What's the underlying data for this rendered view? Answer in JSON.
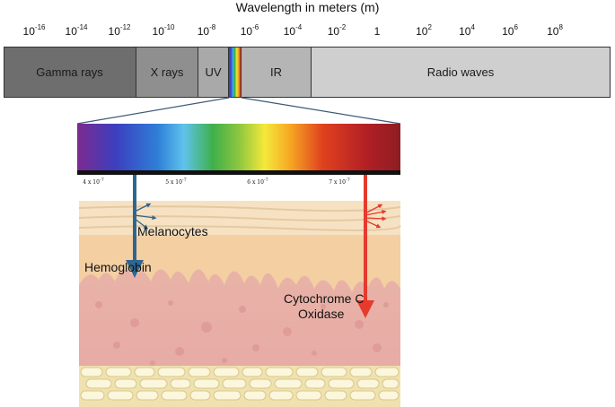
{
  "scale": {
    "title": "Wavelength in meters (m)",
    "ticks": [
      {
        "base": "10",
        "exp": "-16"
      },
      {
        "base": "10",
        "exp": "-14"
      },
      {
        "base": "10",
        "exp": "-12"
      },
      {
        "base": "10",
        "exp": "-10"
      },
      {
        "base": "10",
        "exp": "-8"
      },
      {
        "base": "10",
        "exp": "-6"
      },
      {
        "base": "10",
        "exp": "-4"
      },
      {
        "base": "10",
        "exp": "-2"
      },
      {
        "base": "1",
        "exp": ""
      },
      {
        "base": "10",
        "exp": "2"
      },
      {
        "base": "10",
        "exp": "4"
      },
      {
        "base": "10",
        "exp": "6"
      },
      {
        "base": "10",
        "exp": "8"
      }
    ]
  },
  "bands": [
    {
      "label": "Gamma rays",
      "color": "#6e6e6e"
    },
    {
      "label": "X rays",
      "color": "#8f8f8f"
    },
    {
      "label": "UV",
      "color": "#a9a9a9"
    },
    {
      "label": "IR",
      "color": "#b5b5b5"
    },
    {
      "label": "Radio waves",
      "color": "#cfcfcf"
    }
  ],
  "visible_spectrum": {
    "labels": [
      {
        "mantissa": "4 x 10",
        "exp": "-7"
      },
      {
        "mantissa": "5 x 10",
        "exp": "-7"
      },
      {
        "mantissa": "6 x 10",
        "exp": "-7"
      },
      {
        "mantissa": "7 x 10",
        "exp": "-7"
      }
    ]
  },
  "annotations": {
    "melanocytes": "Melanocytes",
    "hemoglobin": "Hemoglobin",
    "cytochrome_line1": "Cytochrome C",
    "cytochrome_line2": "Oxidase"
  },
  "colors": {
    "blue_arrow": "#2f6690",
    "red_arrow": "#e53a2d",
    "epidermis": "#f4d9b0",
    "dermis": "#e8b8b0",
    "subcutis": "#f6efc6"
  }
}
